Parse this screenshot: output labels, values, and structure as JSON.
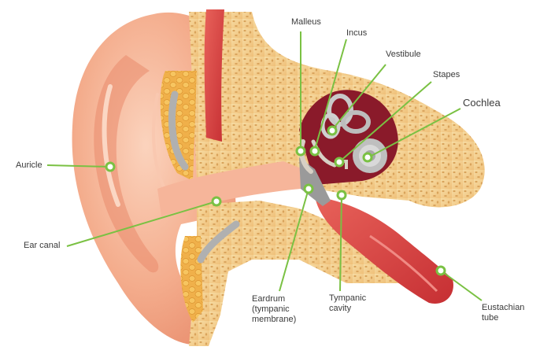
{
  "diagram": {
    "colors": {
      "accent_green": "#7ac143",
      "skin": "#f2a98c",
      "bone": "#f3cf8c",
      "muscle": "#d9403f",
      "cavity": "#8a1a2a",
      "cartilage": "#b8b8b8"
    },
    "labels": {
      "malleus": "Malleus",
      "incus": "Incus",
      "vestibule": "Vestibule",
      "stapes": "Stapes",
      "cochlea": "Cochlea",
      "auricle": "Auricle",
      "ear_canal": "Ear canal",
      "eardrum_1": "Eardrum",
      "eardrum_2": "(tympanic",
      "eardrum_3": "membrane)",
      "tympanic_1": "Tympanic",
      "tympanic_2": "cavity",
      "eustachian_1": "Eustachian",
      "eustachian_2": "tube"
    }
  }
}
